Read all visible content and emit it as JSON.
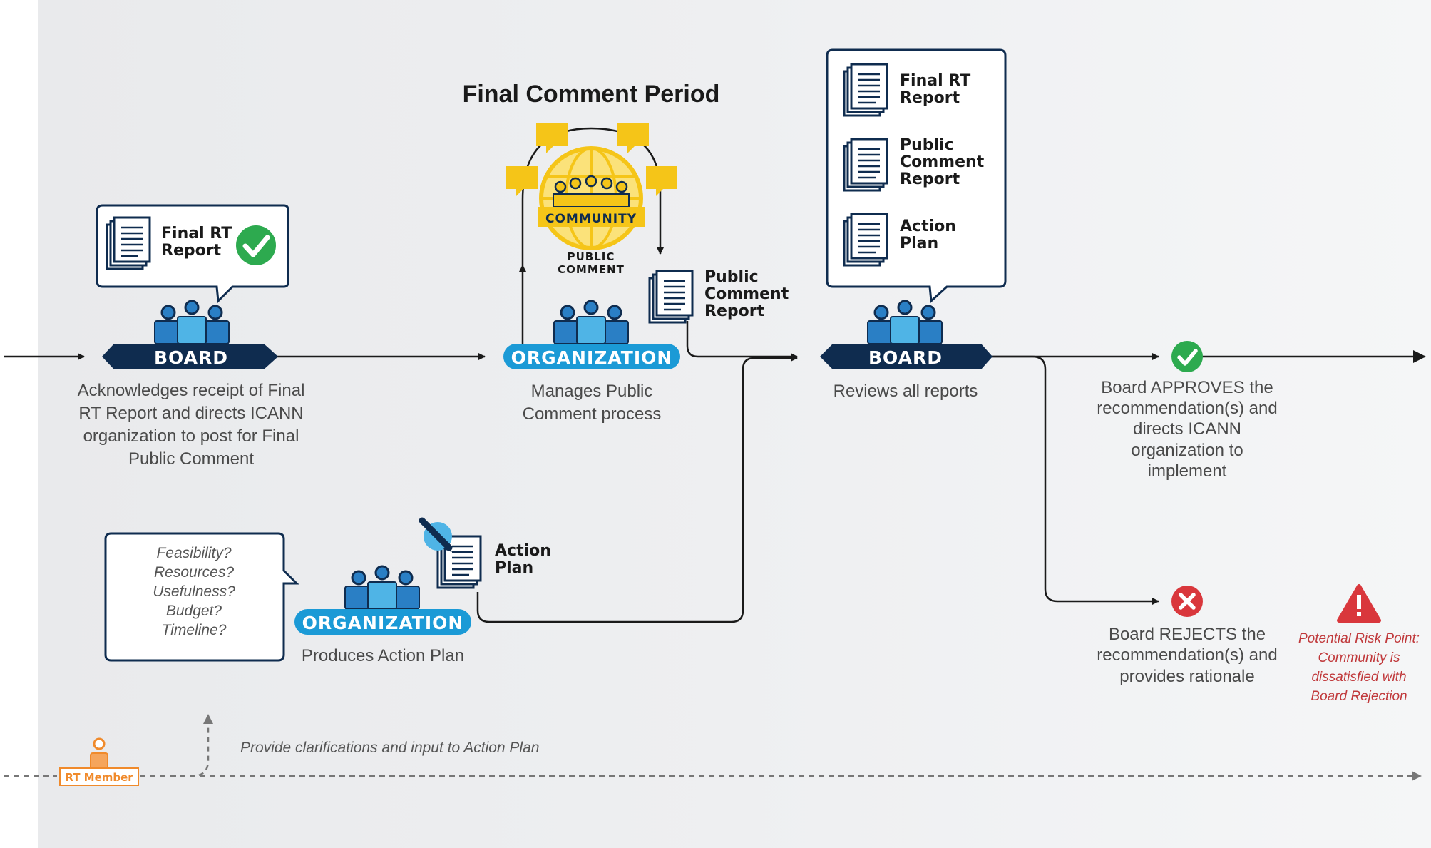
{
  "title": "Final Comment Period",
  "steps": {
    "board1": {
      "label": "BOARD",
      "bubble_doc": "Final RT Report",
      "description": [
        "Acknowledges receipt of Final",
        "RT Report and directs ICANN",
        "organization to post for Final",
        "Public Comment"
      ]
    },
    "org1": {
      "label": "ORGANIZATION",
      "doc": "Public Comment Report",
      "description": [
        "Manages Public",
        "Comment process"
      ]
    },
    "community": {
      "label": "COMMUNITY",
      "arc_text": "PUBLIC COMMENT"
    },
    "board2": {
      "label": "BOARD",
      "bubble_docs": [
        "Final RT Report",
        "Public Comment Report",
        "Action Plan"
      ],
      "description": "Reviews all reports"
    },
    "org2": {
      "label": "ORGANIZATION",
      "doc": "Action Plan",
      "questions": [
        "Feasibility?",
        "Resources?",
        "Usefulness?",
        "Budget?",
        "Timeline?"
      ],
      "description": "Produces Action Plan"
    },
    "approve": {
      "description": [
        "Board APPROVES the",
        "recommendation(s) and",
        "directs ICANN",
        "organization to",
        "implement"
      ]
    },
    "reject": {
      "description": [
        "Board REJECTS the",
        "recommendation(s) and",
        "provides rationale"
      ]
    },
    "risk": {
      "description": [
        "Potential Risk Point:",
        "Community is",
        "dissatisfied with",
        "Board Rejection"
      ]
    },
    "rt_member": {
      "label": "RT Member",
      "note": "Provide clarifications and input to Action Plan"
    }
  },
  "icons": [
    "document-stack-icon",
    "check-circle-icon",
    "x-circle-icon",
    "warning-triangle-icon",
    "people-group-icon",
    "globe-icon",
    "speech-bubble-icon",
    "pencil-icon",
    "person-icon"
  ],
  "colors": {
    "navy": "#0f2c4f",
    "org_blue": "#1b9ad6",
    "people_blue": "#2a7fc5",
    "people_light": "#4fb4e6",
    "yellow": "#f5c518",
    "green": "#2daa4f",
    "red": "#d9373c",
    "orange": "#f08a2b",
    "risk_text": "#c0393b"
  }
}
